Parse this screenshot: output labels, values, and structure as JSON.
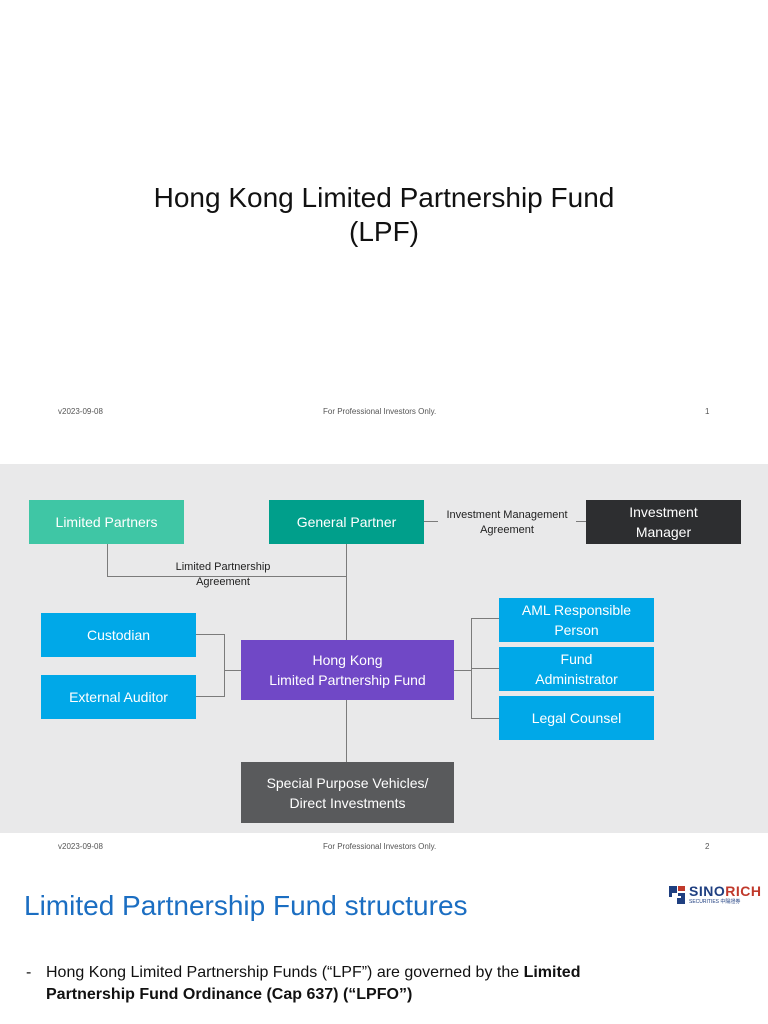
{
  "slide1": {
    "title_line1": "Hong Kong Limited Partnership Fund",
    "title_line2": "(LPF)",
    "footer": {
      "version": "v2023-09-08",
      "note": "For Professional Investors Only.",
      "page": "1"
    }
  },
  "slide2": {
    "boxes": {
      "limited_partners": "Limited Partners",
      "general_partner": "General Partner",
      "investment_manager_line1": "Investment",
      "investment_manager_line2": "Manager",
      "custodian": "Custodian",
      "external_auditor": "External Auditor",
      "fund_line1": "Hong Kong",
      "fund_line2": "Limited Partnership Fund",
      "aml_line1": "AML Responsible",
      "aml_line2": "Person",
      "fund_admin_line1": "Fund",
      "fund_admin_line2": "Administrator",
      "legal_counsel": "Legal Counsel",
      "spv_line1": "Special Purpose Vehicles/",
      "spv_line2": "Direct Investments"
    },
    "labels": {
      "ima_line1": "Investment Management",
      "ima_line2": "Agreement",
      "lpa_line1": "Limited Partnership",
      "lpa_line2": "Agreement"
    },
    "colors": {
      "limited_partners": "#3fc6a5",
      "general_partner": "#009f8b",
      "investment_manager": "#2d2e30",
      "service_providers": "#00a8e8",
      "fund": "#7048c6",
      "spv": "#595a5c"
    },
    "footer": {
      "version": "v2023-09-08",
      "note": "For Professional Investors Only.",
      "page": "2"
    }
  },
  "slide3": {
    "title": "Limited Partnership Fund structures",
    "logo": {
      "brand_sino": "SINO",
      "brand_rich": "RICH",
      "sub": "SECURITIES 中陽證券"
    },
    "bullet": {
      "dash": "-",
      "text_plain": "Hong Kong Limited Partnership Funds (“LPF”) are governed by the ",
      "text_bold": "Limited Partnership Fund Ordinance (Cap 637) (“LPFO”)"
    }
  }
}
